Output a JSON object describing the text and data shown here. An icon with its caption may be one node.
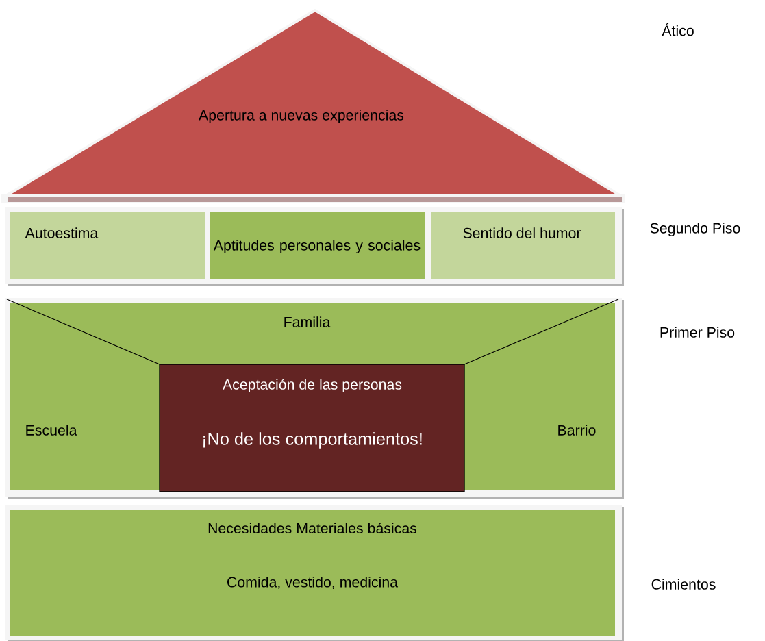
{
  "diagram": {
    "nodes": [
      {
        "text": [
          "Apertura a nuevas experiencias"
        ]
      },
      {
        "text": [
          "Autoestima"
        ]
      },
      {
        "text": [
          "Aptitudes personales y sociales"
        ]
      },
      {
        "text": [
          "Sentido del humor"
        ]
      },
      {
        "text": [
          "Familia",
          "Escuela",
          "Barrio"
        ]
      },
      {
        "text": [
          "Aceptación de las personas",
          "¡No de los comportamientos!"
        ],
        "in": 4
      },
      {
        "text": [
          "Necesidades Materiales básicas",
          "Comida, vestido, medicina"
        ]
      }
    ],
    "labels": [
      "Ático",
      "Segundo Piso",
      "Primer Piso",
      "Cimientos"
    ]
  }
}
